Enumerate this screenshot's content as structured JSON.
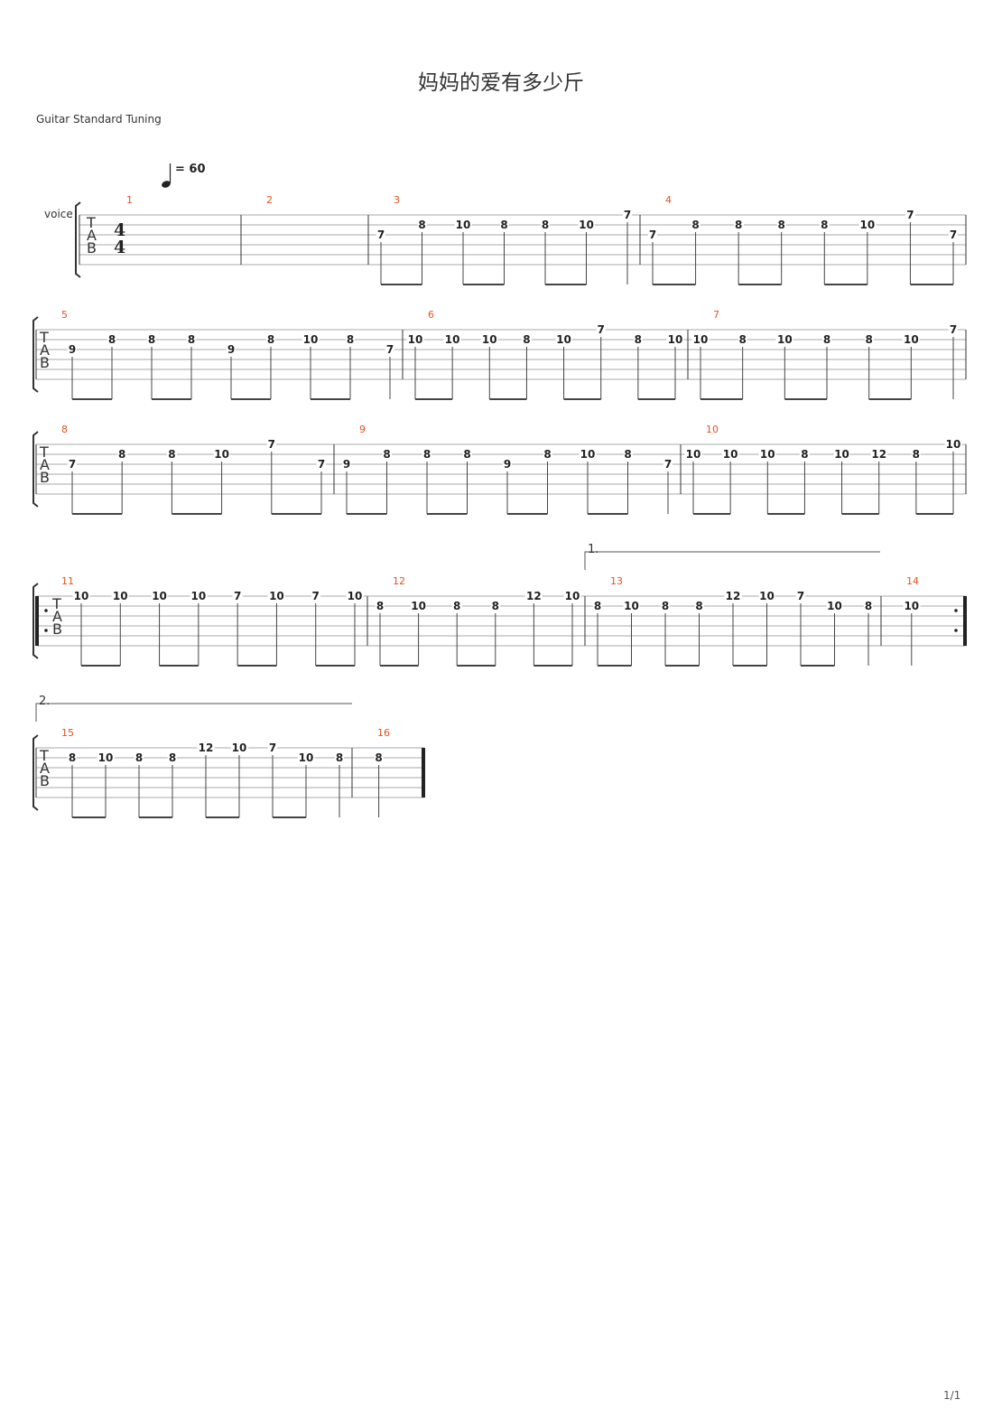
{
  "title": "妈妈的爱有多少斤",
  "tuning": "Guitar Standard Tuning",
  "tempo": {
    "value": "= 60"
  },
  "track": {
    "name": "voice"
  },
  "tab_letters": [
    "T",
    "A",
    "B"
  ],
  "time_signature": {
    "top": "4",
    "bottom": "4"
  },
  "page_number": "1/1",
  "systems": [
    {
      "bars": [
        {
          "number": "1",
          "notes": []
        },
        {
          "number": "2",
          "notes": []
        },
        {
          "number": "3",
          "notes": [
            {
              "fret": "7",
              "string": 2
            },
            {
              "fret": "8",
              "string": 1
            },
            {
              "fret": "10",
              "string": 1
            },
            {
              "fret": "8",
              "string": 1
            },
            {
              "fret": "8",
              "string": 1
            },
            {
              "fret": "10",
              "string": 1
            },
            {
              "fret": "7",
              "string": 0
            }
          ]
        },
        {
          "number": "4",
          "notes": [
            {
              "fret": "7",
              "string": 2
            },
            {
              "fret": "8",
              "string": 1
            },
            {
              "fret": "8",
              "string": 1
            },
            {
              "fret": "8",
              "string": 1
            },
            {
              "fret": "8",
              "string": 1
            },
            {
              "fret": "10",
              "string": 1
            },
            {
              "fret": "7",
              "string": 0
            },
            {
              "fret": "7",
              "string": 2
            }
          ]
        }
      ]
    },
    {
      "bars": [
        {
          "number": "5",
          "notes": [
            {
              "fret": "9",
              "string": 2
            },
            {
              "fret": "8",
              "string": 1
            },
            {
              "fret": "8",
              "string": 1
            },
            {
              "fret": "8",
              "string": 1
            },
            {
              "fret": "9",
              "string": 2
            },
            {
              "fret": "8",
              "string": 1
            },
            {
              "fret": "10",
              "string": 1
            },
            {
              "fret": "8",
              "string": 1
            },
            {
              "fret": "7",
              "string": 2
            }
          ]
        },
        {
          "number": "6",
          "notes": [
            {
              "fret": "10",
              "string": 1
            },
            {
              "fret": "10",
              "string": 1
            },
            {
              "fret": "10",
              "string": 1
            },
            {
              "fret": "8",
              "string": 1
            },
            {
              "fret": "10",
              "string": 1
            },
            {
              "fret": "7",
              "string": 0
            },
            {
              "fret": "8",
              "string": 1
            },
            {
              "fret": "10",
              "string": 1
            }
          ]
        },
        {
          "number": "7",
          "notes": [
            {
              "fret": "10",
              "string": 1
            },
            {
              "fret": "8",
              "string": 1
            },
            {
              "fret": "10",
              "string": 1
            },
            {
              "fret": "8",
              "string": 1
            },
            {
              "fret": "8",
              "string": 1
            },
            {
              "fret": "10",
              "string": 1
            },
            {
              "fret": "7",
              "string": 0
            }
          ]
        }
      ]
    },
    {
      "bars": [
        {
          "number": "8",
          "notes": [
            {
              "fret": "7",
              "string": 2
            },
            {
              "fret": "8",
              "string": 1
            },
            {
              "fret": "8",
              "string": 1
            },
            {
              "fret": "10",
              "string": 1
            },
            {
              "fret": "7",
              "string": 0
            },
            {
              "fret": "7",
              "string": 2
            }
          ]
        },
        {
          "number": "9",
          "notes": [
            {
              "fret": "9",
              "string": 2
            },
            {
              "fret": "8",
              "string": 1
            },
            {
              "fret": "8",
              "string": 1
            },
            {
              "fret": "8",
              "string": 1
            },
            {
              "fret": "9",
              "string": 2
            },
            {
              "fret": "8",
              "string": 1
            },
            {
              "fret": "10",
              "string": 1
            },
            {
              "fret": "8",
              "string": 1
            },
            {
              "fret": "7",
              "string": 2
            }
          ]
        },
        {
          "number": "10",
          "notes": [
            {
              "fret": "10",
              "string": 1
            },
            {
              "fret": "10",
              "string": 1
            },
            {
              "fret": "10",
              "string": 1
            },
            {
              "fret": "8",
              "string": 1
            },
            {
              "fret": "10",
              "string": 1
            },
            {
              "fret": "12",
              "string": 1
            },
            {
              "fret": "8",
              "string": 1
            },
            {
              "fret": "10",
              "string": 0
            }
          ]
        }
      ]
    },
    {
      "bars": [
        {
          "number": "11",
          "notes": [
            {
              "fret": "10",
              "string": 0
            },
            {
              "fret": "10",
              "string": 0
            },
            {
              "fret": "10",
              "string": 0
            },
            {
              "fret": "10",
              "string": 0
            },
            {
              "fret": "7",
              "string": 0
            },
            {
              "fret": "10",
              "string": 0
            },
            {
              "fret": "7",
              "string": 0
            },
            {
              "fret": "10",
              "string": 0
            }
          ]
        },
        {
          "number": "12",
          "notes": [
            {
              "fret": "8",
              "string": 1
            },
            {
              "fret": "10",
              "string": 1
            },
            {
              "fret": "8",
              "string": 1
            },
            {
              "fret": "8",
              "string": 1
            },
            {
              "fret": "12",
              "string": 0
            },
            {
              "fret": "10",
              "string": 0
            }
          ]
        },
        {
          "number": "13",
          "notes": [
            {
              "fret": "8",
              "string": 1
            },
            {
              "fret": "10",
              "string": 1
            },
            {
              "fret": "8",
              "string": 1
            },
            {
              "fret": "8",
              "string": 1
            },
            {
              "fret": "12",
              "string": 0
            },
            {
              "fret": "10",
              "string": 0
            },
            {
              "fret": "7",
              "string": 0
            },
            {
              "fret": "10",
              "string": 1
            },
            {
              "fret": "8",
              "string": 1
            }
          ]
        },
        {
          "number": "14",
          "notes": [
            {
              "fret": "10",
              "string": 1
            }
          ]
        }
      ],
      "volta": "1."
    },
    {
      "bars": [
        {
          "number": "15",
          "notes": [
            {
              "fret": "8",
              "string": 1
            },
            {
              "fret": "10",
              "string": 1
            },
            {
              "fret": "8",
              "string": 1
            },
            {
              "fret": "8",
              "string": 1
            },
            {
              "fret": "12",
              "string": 0
            },
            {
              "fret": "10",
              "string": 0
            },
            {
              "fret": "7",
              "string": 0
            },
            {
              "fret": "10",
              "string": 1
            },
            {
              "fret": "8",
              "string": 1
            }
          ]
        },
        {
          "number": "16",
          "notes": [
            {
              "fret": "8",
              "string": 1
            }
          ]
        }
      ],
      "volta": "2."
    }
  ]
}
